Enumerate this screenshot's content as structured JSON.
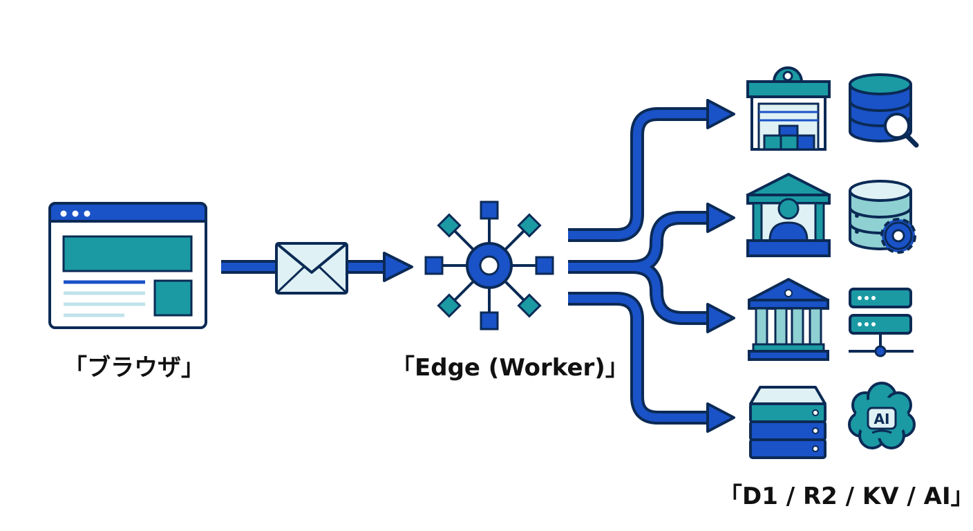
{
  "labels": {
    "browser": "「ブラウザ」",
    "edge": "「Edge (Worker)」",
    "services": "「D1 / R2 / KV / AI」",
    "ai_badge": "AI"
  },
  "colors": {
    "outline": "#0b2a55",
    "blue": "#1a52c7",
    "teal": "#1b9aa4",
    "light_teal": "#8fd0d3",
    "pale": "#dff1f4",
    "text": "#111111"
  },
  "icons": {
    "browser": "browser-window-icon",
    "message": "envelope-icon",
    "edge": "network-hub-icon",
    "services": [
      "storage-building-icon",
      "database-search-icon",
      "bank-person-icon",
      "database-gear-icon",
      "bank-icon",
      "server-network-icon",
      "server-stack-icon",
      "ai-brain-icon"
    ]
  }
}
